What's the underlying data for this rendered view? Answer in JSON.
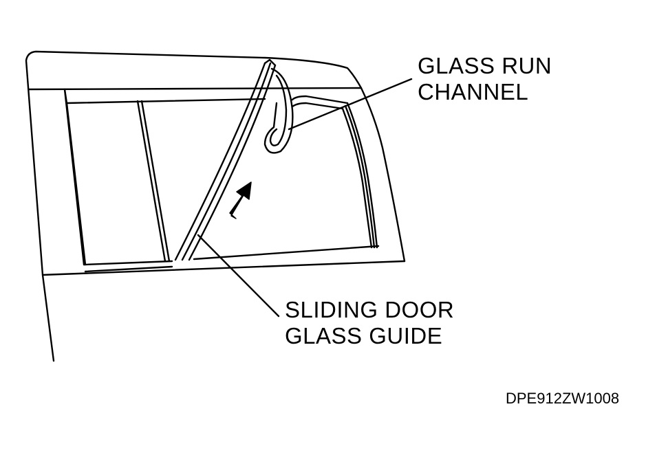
{
  "labels": {
    "glass_run_channel": {
      "line1": "GLASS RUN",
      "line2": "CHANNEL"
    },
    "sliding_door_glass_guide": {
      "line1": "SLIDING DOOR",
      "line2": "GLASS GUIDE"
    }
  },
  "figure_code": "DPE912ZW1008",
  "colors": {
    "ink": "#000000",
    "background": "#ffffff"
  }
}
